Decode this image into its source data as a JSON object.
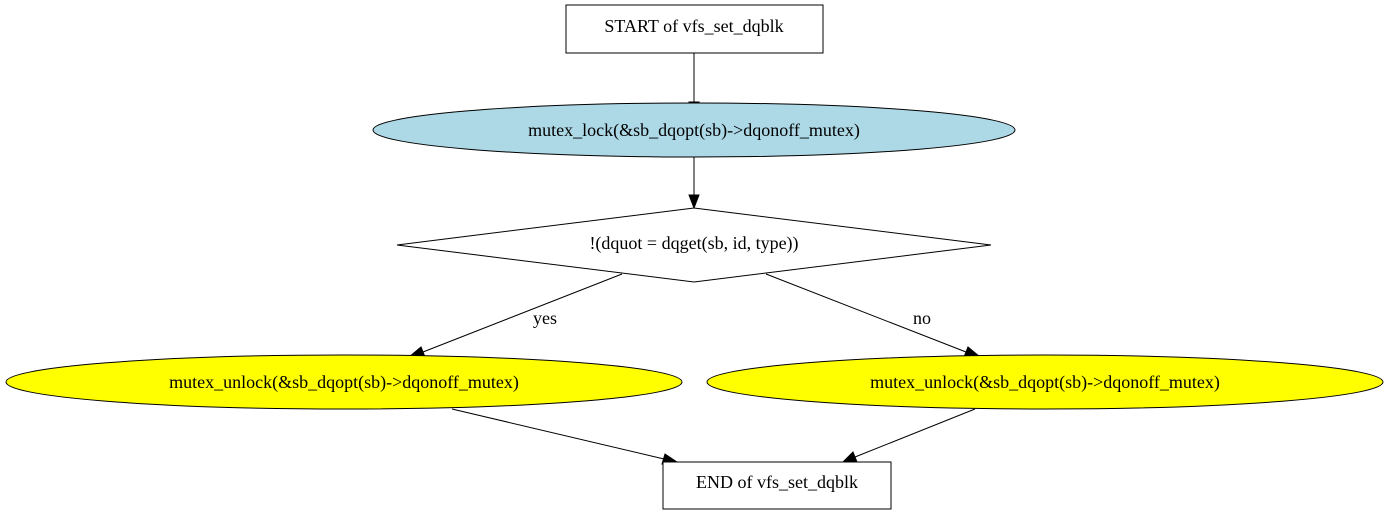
{
  "nodes": {
    "start": {
      "label": "START of vfs_set_dqblk",
      "shape": "box",
      "fill": "#ffffff"
    },
    "lock": {
      "label": "mutex_lock(&sb_dqopt(sb)->dqonoff_mutex)",
      "shape": "ellipse",
      "fill": "#add8e6"
    },
    "decision": {
      "label": "!(dquot = dqget(sb, id, type))",
      "shape": "diamond",
      "fill": "#ffffff"
    },
    "unlock_yes": {
      "label": "mutex_unlock(&sb_dqopt(sb)->dqonoff_mutex)",
      "shape": "ellipse",
      "fill": "#ffff00"
    },
    "unlock_no": {
      "label": "mutex_unlock(&sb_dqopt(sb)->dqonoff_mutex)",
      "shape": "ellipse",
      "fill": "#ffff00"
    },
    "end": {
      "label": "END of vfs_set_dqblk",
      "shape": "box",
      "fill": "#ffffff"
    }
  },
  "edges": {
    "yes_label": "yes",
    "no_label": "no"
  }
}
